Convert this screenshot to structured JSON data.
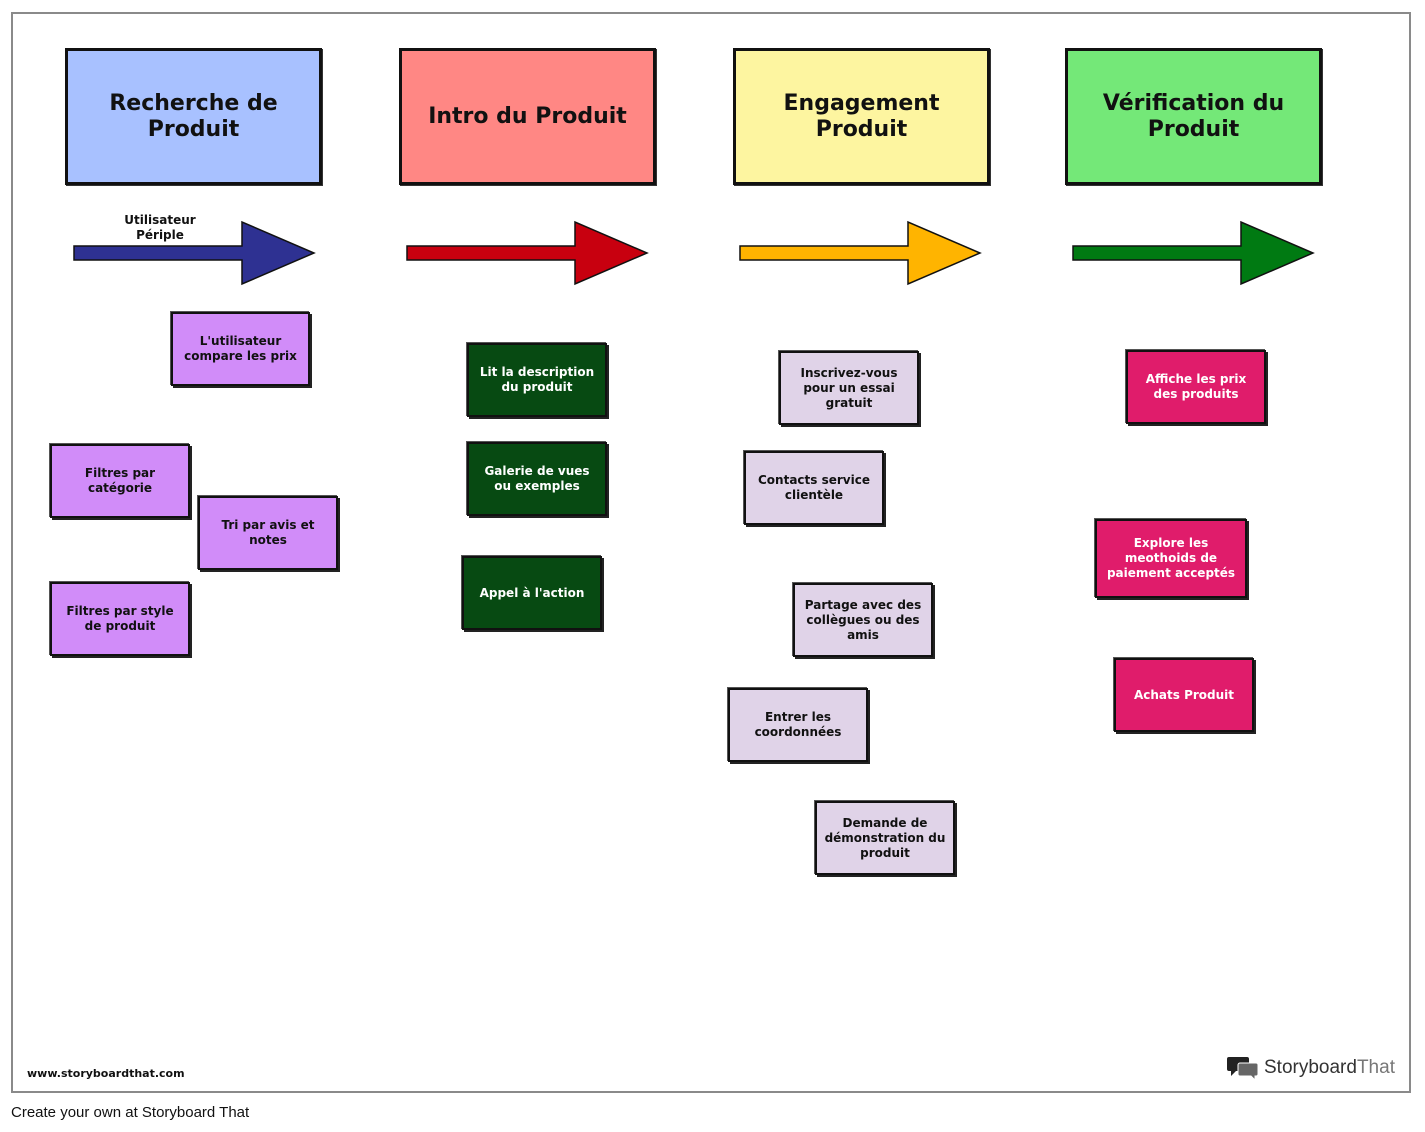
{
  "stages": [
    {
      "label": "Recherche de Produit",
      "color": "#a8c1ff",
      "arrow_color": "#2e3192"
    },
    {
      "label": "Intro du Produit",
      "color": "#ff8784",
      "arrow_color": "#c8000f"
    },
    {
      "label": "Engagement Produit",
      "color": "#fdf5a0",
      "arrow_color": "#ffb400"
    },
    {
      "label": "Vérification du Produit",
      "color": "#74e878",
      "arrow_color": "#007a12"
    }
  ],
  "journey_label": "Utilisateur\nPériple",
  "cards": {
    "research": [
      "L'utilisateur compare les prix",
      "Filtres par catégorie",
      "Tri par avis et notes",
      "Filtres par style de produit"
    ],
    "intro": [
      "Lit la description du produit",
      "Galerie de vues ou exemples",
      "Appel à l'action"
    ],
    "engagement": [
      "Inscrivez-vous pour un essai gratuit",
      "Contacts service clientèle",
      "Partage avec des collègues ou des amis",
      "Entrer les coordonnées",
      "Demande de démonstration du produit"
    ],
    "verification": [
      "Affiche les prix des produits",
      "Explore les meothoids de paiement acceptés",
      "Achats Produit"
    ]
  },
  "footer": {
    "url": "www.storyboardthat.com",
    "logo_brand": "Storyboard",
    "logo_suffix": "That",
    "caption": "Create your own at Storyboard That"
  }
}
